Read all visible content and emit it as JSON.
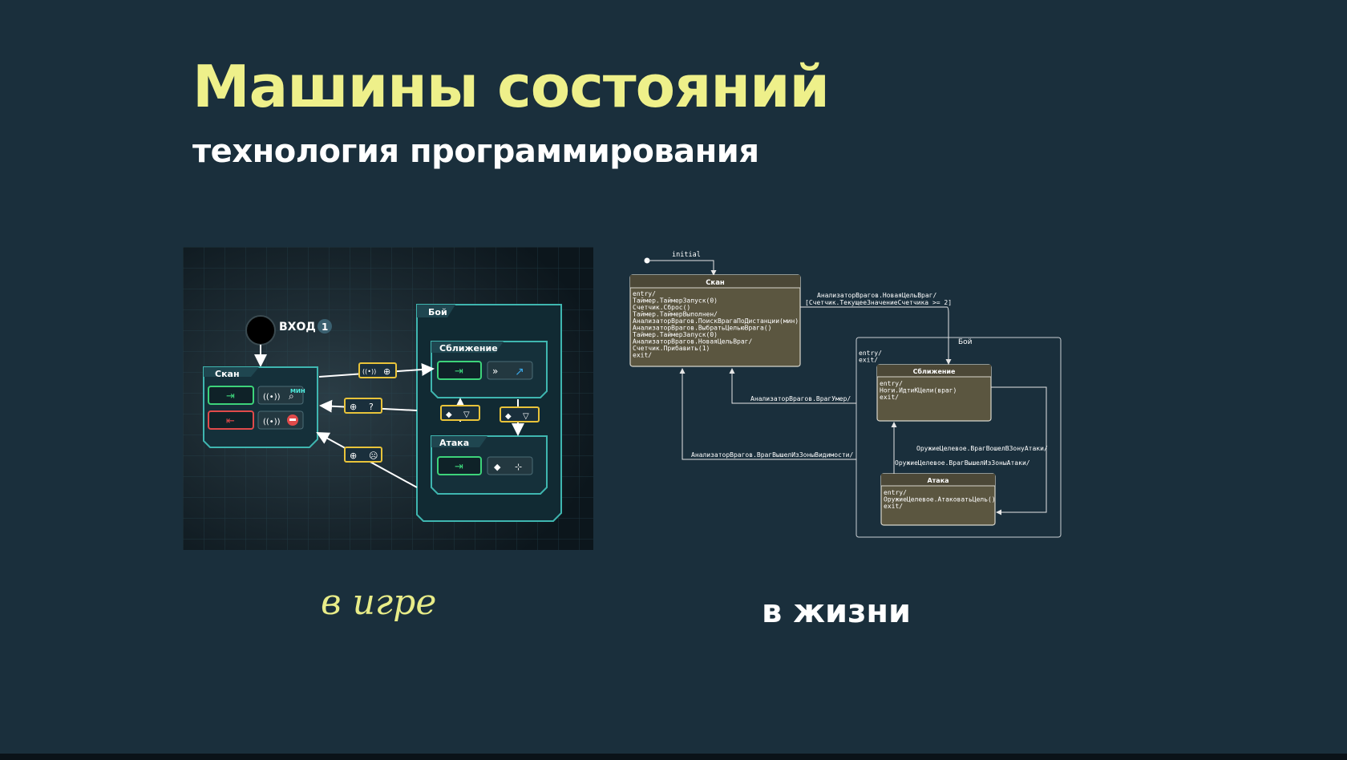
{
  "slide": {
    "title": "Машины состояний",
    "subtitle": "технология программирования",
    "caption_game": "в игре",
    "caption_life": "в жизни"
  },
  "game_diagram": {
    "entry_label": "ВХОД",
    "entry_badge": "1",
    "scan_title": "Скан",
    "scan_min_label": "МИН",
    "battle_title": "Бой",
    "approach_title": "Сближение",
    "attack_title": "Атака",
    "colors": {
      "panel_border": "#3fb6b0",
      "panel_fill": "#15303a",
      "trigger_border": "#e8c33a",
      "green_slot": "#3dd37a",
      "red_slot": "#e04a4a",
      "accent_blue": "#3aa8e8"
    }
  },
  "uml_diagram": {
    "initial_label": "initial",
    "scan": {
      "title": "Скан",
      "lines": [
        "entry/",
        "Таймер.ТаймерЗапуск(0)",
        "Счетчик.Сброс()",
        "Таймер.ТаймерВыполнен/",
        "АнализаторВрагов.ПоискВрагаПоДистанции(мин)",
        "АнализаторВрагов.ВыбратьЦельюВрага()",
        "Таймер.ТаймерЗапуск(0)",
        "АнализаторВрагов.НоваяЦельВраг/",
        "Счетчик.Прибавить(1)",
        "exit/"
      ]
    },
    "battle": {
      "title": "Бой",
      "lines": [
        "entry/",
        "exit/"
      ]
    },
    "approach": {
      "title": "Сближение",
      "lines": [
        "entry/",
        "Ноги.ИдтиКЦели(враг)",
        "exit/"
      ]
    },
    "attack": {
      "title": "Атака",
      "lines": [
        "entry/",
        "ОружиеЦелевое.АтаковатьЦель()",
        "exit/"
      ]
    },
    "transitions": {
      "new_target_1": "АнализаторВрагов.НоваяЦельВраг/",
      "new_target_2": "[Счетчик.ТекущееЗначениеСчетчика >= 2]",
      "enemy_died": "АнализаторВрагов.ВрагУмер/",
      "enemy_left_view": "АнализаторВрагов.ВрагВышелИзЗоныВидимости/",
      "enemy_entered_attack": "ОружиеЦелевое.ВрагВошелВЗонуАтаки/",
      "enemy_left_attack": "ОружиеЦелевое.ВрагВышелИзЗоныАтаки/"
    },
    "colors": {
      "state_fill": "#5b5640",
      "state_header": "#4c4837",
      "state_border": "#d8d6cc",
      "line": "#e6e6e6"
    }
  }
}
